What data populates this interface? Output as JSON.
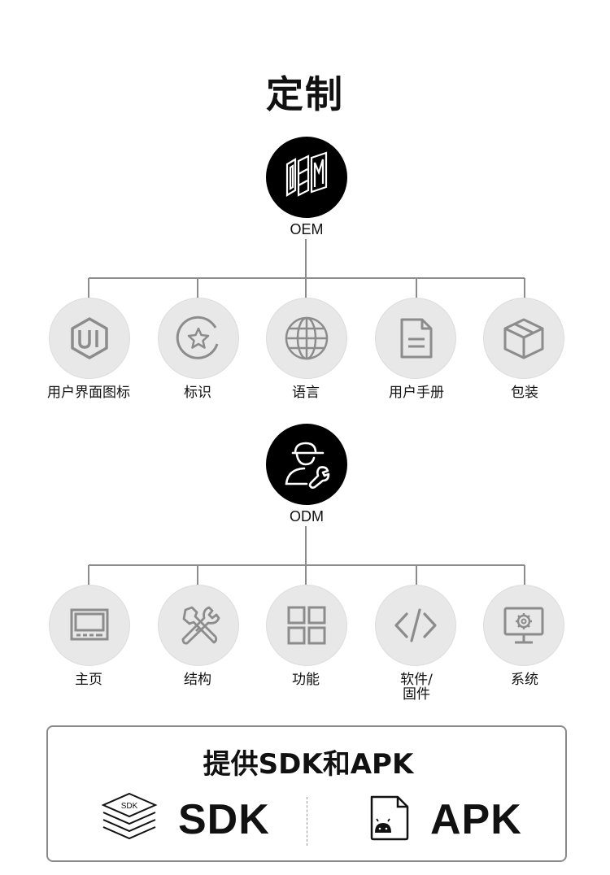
{
  "page": {
    "title": "定制"
  },
  "oem": {
    "label": "OEM",
    "items": [
      {
        "label": "用户界面图标",
        "icon": "ui-icon"
      },
      {
        "label": "标识",
        "icon": "star-badge-icon"
      },
      {
        "label": "语言",
        "icon": "globe-icon"
      },
      {
        "label": "用户手册",
        "icon": "document-icon"
      },
      {
        "label": "包装",
        "icon": "package-box-icon"
      }
    ]
  },
  "odm": {
    "label": "ODM",
    "items": [
      {
        "label": "主页",
        "icon": "screen-icon"
      },
      {
        "label": "结构",
        "icon": "tools-icon"
      },
      {
        "label": "功能",
        "icon": "grid-icon"
      },
      {
        "label": "软件/",
        "label2": "固件",
        "icon": "code-icon"
      },
      {
        "label": "系统",
        "icon": "monitor-gear-icon"
      }
    ]
  },
  "provide": {
    "title": "提供SDK和APK",
    "sdk": {
      "badge": "SDK",
      "label": "SDK",
      "icon": "sdk-stack-icon"
    },
    "apk": {
      "label": "APK",
      "icon": "android-file-icon"
    }
  },
  "colors": {
    "hub": "#000000",
    "item_bg": "#e8e8e8",
    "icon_gray": "#8c8c8c",
    "line": "#8c8c8c"
  }
}
